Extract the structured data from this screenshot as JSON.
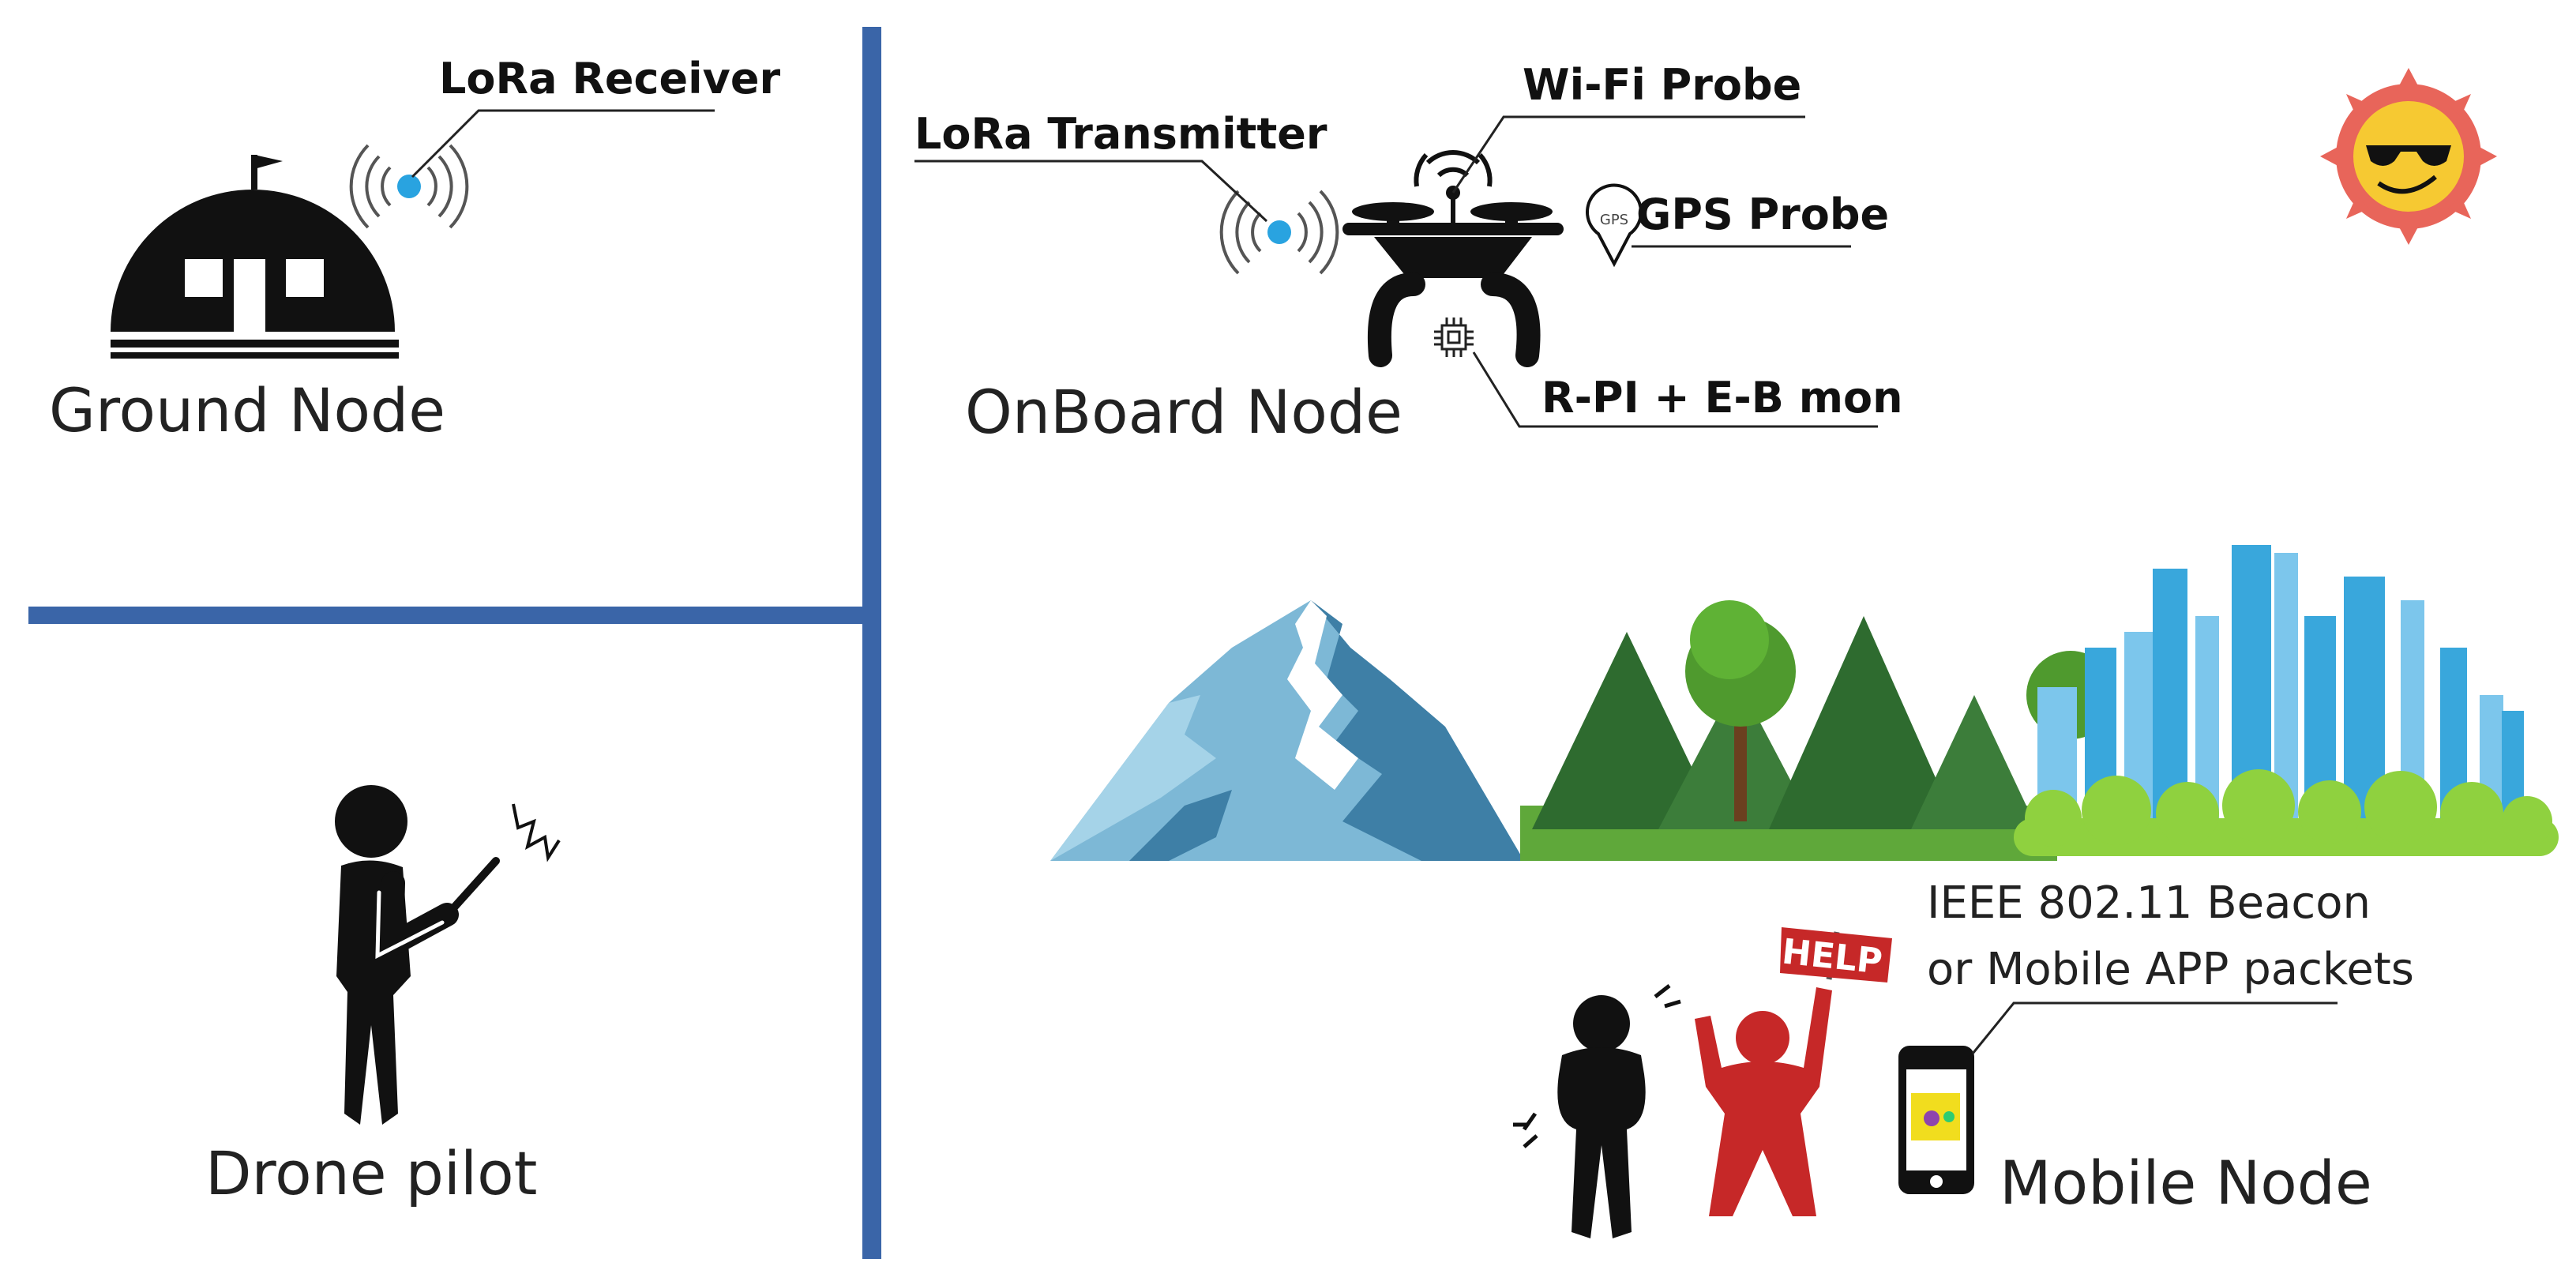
{
  "colors": {
    "divider": "#3a65a8",
    "signal_dot": "#29a3e0",
    "ink": "#111111",
    "mountain_light": "#8ec5dd",
    "mountain_dark": "#3e7fa6",
    "forest_dark": "#2e6b2f",
    "forest_light": "#5fa83a",
    "grass": "#8fd13f",
    "city_blue": "#39a7dc",
    "help_red": "#c62828",
    "sun_ray": "#e8655a",
    "sun_face": "#f6c932"
  },
  "labels": {
    "lora_receiver": "LoRa Receiver",
    "ground_node": "Ground Node",
    "drone_pilot": "Drone pilot",
    "lora_transmitter": "LoRa Transmitter",
    "wifi_probe": "Wi-Fi Probe",
    "gps_probe": "GPS Probe",
    "gps_pin_text": "GPS",
    "rpi_ebmon": "R-PI + E-B mon",
    "onboard_node": "OnBoard Node",
    "beacon_line1": "IEEE 802.11 Beacon",
    "beacon_line2": "or Mobile APP packets",
    "help_sign": "HELP",
    "mobile_node": "Mobile Node"
  },
  "icons": [
    "hut-icon",
    "antenna-icon",
    "person-with-remote-icon",
    "drone-icon",
    "wifi-icon",
    "gps-pin-icon",
    "chip-icon",
    "sun-with-sunglasses-icon",
    "mountains-icon",
    "forest-icon",
    "city-icon",
    "injured-person-icon",
    "help-person-icon",
    "smartphone-icon"
  ]
}
